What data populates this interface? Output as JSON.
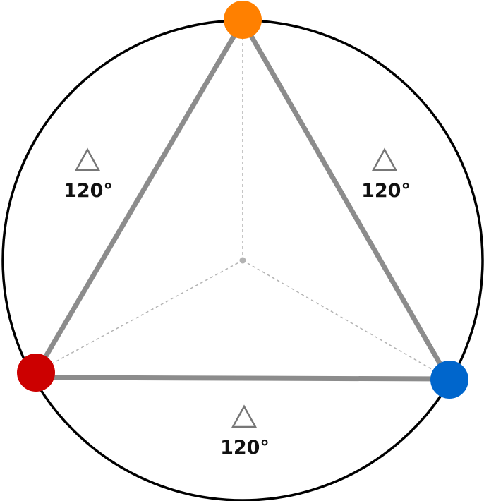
{
  "labels": {
    "arc_left": "120°",
    "arc_right": "120°",
    "arc_bottom": "120°"
  },
  "icons": {
    "arc_left": "triangle-outline-icon",
    "arc_right": "triangle-outline-icon",
    "arc_bottom": "triangle-outline-icon"
  },
  "colors": {
    "circle_stroke": "#000000",
    "triangle_edge": "#8c8c8c",
    "center_line": "#b3b3b3",
    "vertex_top": "#ff8000",
    "vertex_left": "#cc0000",
    "vertex_right": "#0066cc"
  }
}
